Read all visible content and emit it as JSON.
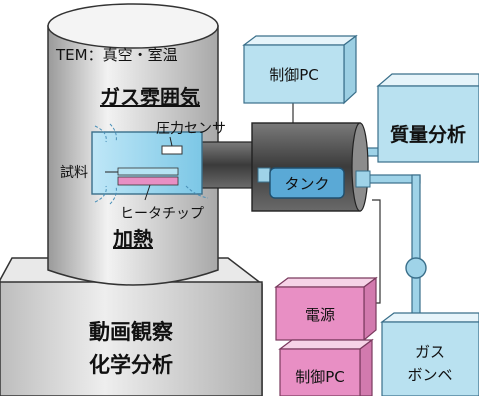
{
  "tem": {
    "title": "TEM：真空・室温",
    "atmosphere": "ガス雰囲気",
    "heating": "加熱"
  },
  "labels": {
    "pressure_sensor": "圧力センサ",
    "sample": "試料",
    "heater_chip": "ヒータチップ"
  },
  "components": {
    "control_pc_top": "制御PC",
    "mass_spec": "質量分析",
    "tank": "タンク",
    "power_supply": "電源",
    "control_pc_bottom": "制御PC",
    "gas_cylinder_line1": "ガス",
    "gas_cylinder_line2": "ボンベ"
  },
  "base": {
    "line1": "動画観察",
    "line2": "化学分析"
  },
  "colors": {
    "pipe": "#9fd3e8",
    "pipe_stroke": "#3a6f8a",
    "box_blue": "#b9e1f0",
    "box_pink": "#e88fc4",
    "tank": "#5aa9d6",
    "column": "#d8d8d8",
    "dark_holder": "#555555"
  }
}
